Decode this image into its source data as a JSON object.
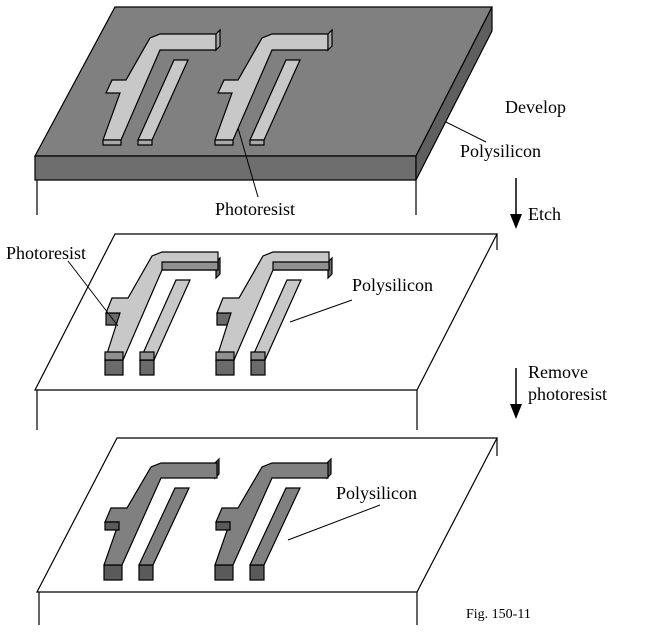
{
  "labels": {
    "develop": "Develop",
    "polysilicon_top": "Polysilicon",
    "photoresist_top": "Photoresist",
    "etch": "Etch",
    "photoresist_mid": "Photoresist",
    "polysilicon_mid": "Polysilicon",
    "remove_line1": "Remove",
    "remove_line2": "photoresist",
    "polysilicon_bottom": "Polysilicon",
    "figure_number": "Fig. 150-11"
  },
  "colors": {
    "poly_layer": "#808080",
    "poly_side": "#5a5a5a",
    "resist_face": "#c8c8c8",
    "substrate": "#ffffff",
    "outline": "#000000"
  }
}
